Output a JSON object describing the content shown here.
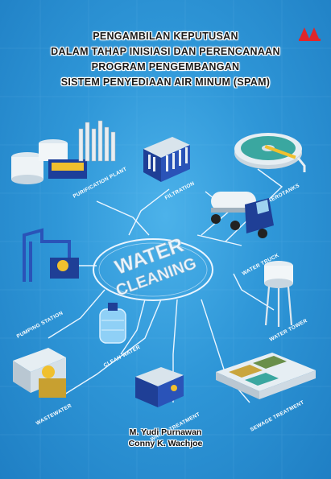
{
  "title_lines": [
    "PENGAMBILAN KEPUTUSAN",
    "DALAM TAHAP INISIASI DAN PERENCANAAN",
    "PROGRAM PENGEMBANGAN",
    "SISTEM PENYEDIAAN AIR MINUM (SPAM)"
  ],
  "center_words": [
    "WATER",
    "CLEANING"
  ],
  "labels": {
    "purification": "PURIFICATION PLANT",
    "filtration": "FILTRATION",
    "aerotanks": "AEROTANKS",
    "water_truck": "WATER TRUCK",
    "pumping": "PUMPING STATION",
    "water_tower": "WATER TOWER",
    "clean_water": "CLEAN WATER",
    "wastewater": "WASTEWATER",
    "water_treatment": "WATER TREATMENT",
    "sewage": "SEWAGE TREATMENT"
  },
  "authors": [
    "M. Yudi Purnawan",
    "Conny K. Wachjoe"
  ],
  "colors": {
    "background": "#2b8fd0",
    "line": "#e8f4ff",
    "logo": "#e0262b"
  }
}
